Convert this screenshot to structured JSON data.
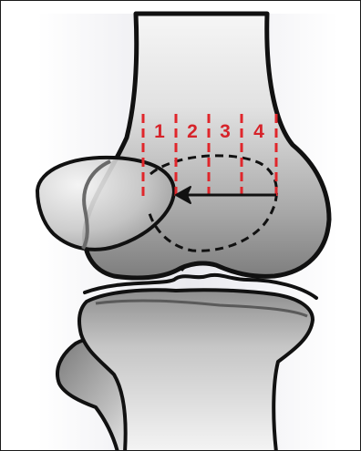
{
  "diagram": {
    "zones": [
      {
        "label": "1"
      },
      {
        "label": "2"
      },
      {
        "label": "3"
      },
      {
        "label": "4"
      }
    ],
    "colors": {
      "zone_lines": "#e0262b",
      "zone_labels": "#d6232a",
      "outline": "#111111",
      "bone_light": "#f3f3f3",
      "bone_dark": "#8a8a8a",
      "backdrop": "#ececf0"
    }
  }
}
